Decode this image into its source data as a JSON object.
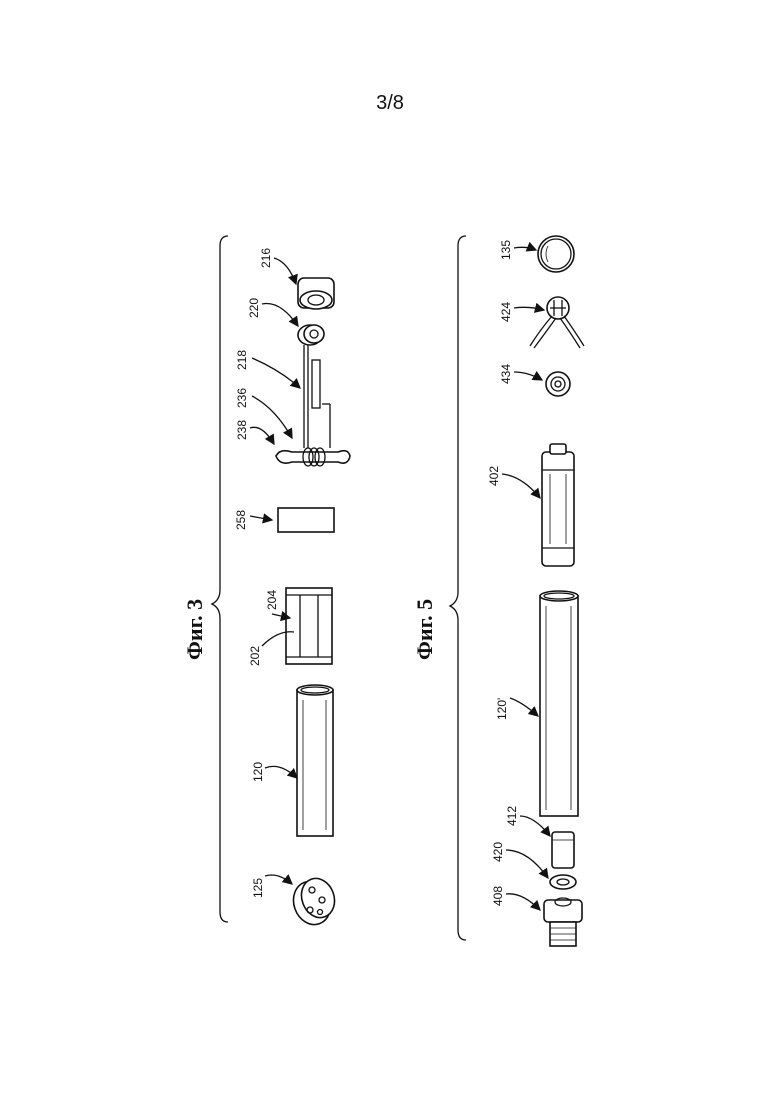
{
  "page": {
    "number": "3/8"
  },
  "figures": [
    {
      "caption": "Фиг. 3",
      "labels": {
        "l125": "125",
        "l120": "120",
        "l202": "202",
        "l204": "204",
        "l258": "258",
        "l238": "238",
        "l236": "236",
        "l218": "218",
        "l220": "220",
        "l216": "216"
      }
    },
    {
      "caption": "Фиг. 5",
      "labels": {
        "l408": "408",
        "l420": "420",
        "l412": "412",
        "l120p": "120'",
        "l402": "402",
        "l434": "434",
        "l424": "424",
        "l135": "135"
      }
    }
  ]
}
